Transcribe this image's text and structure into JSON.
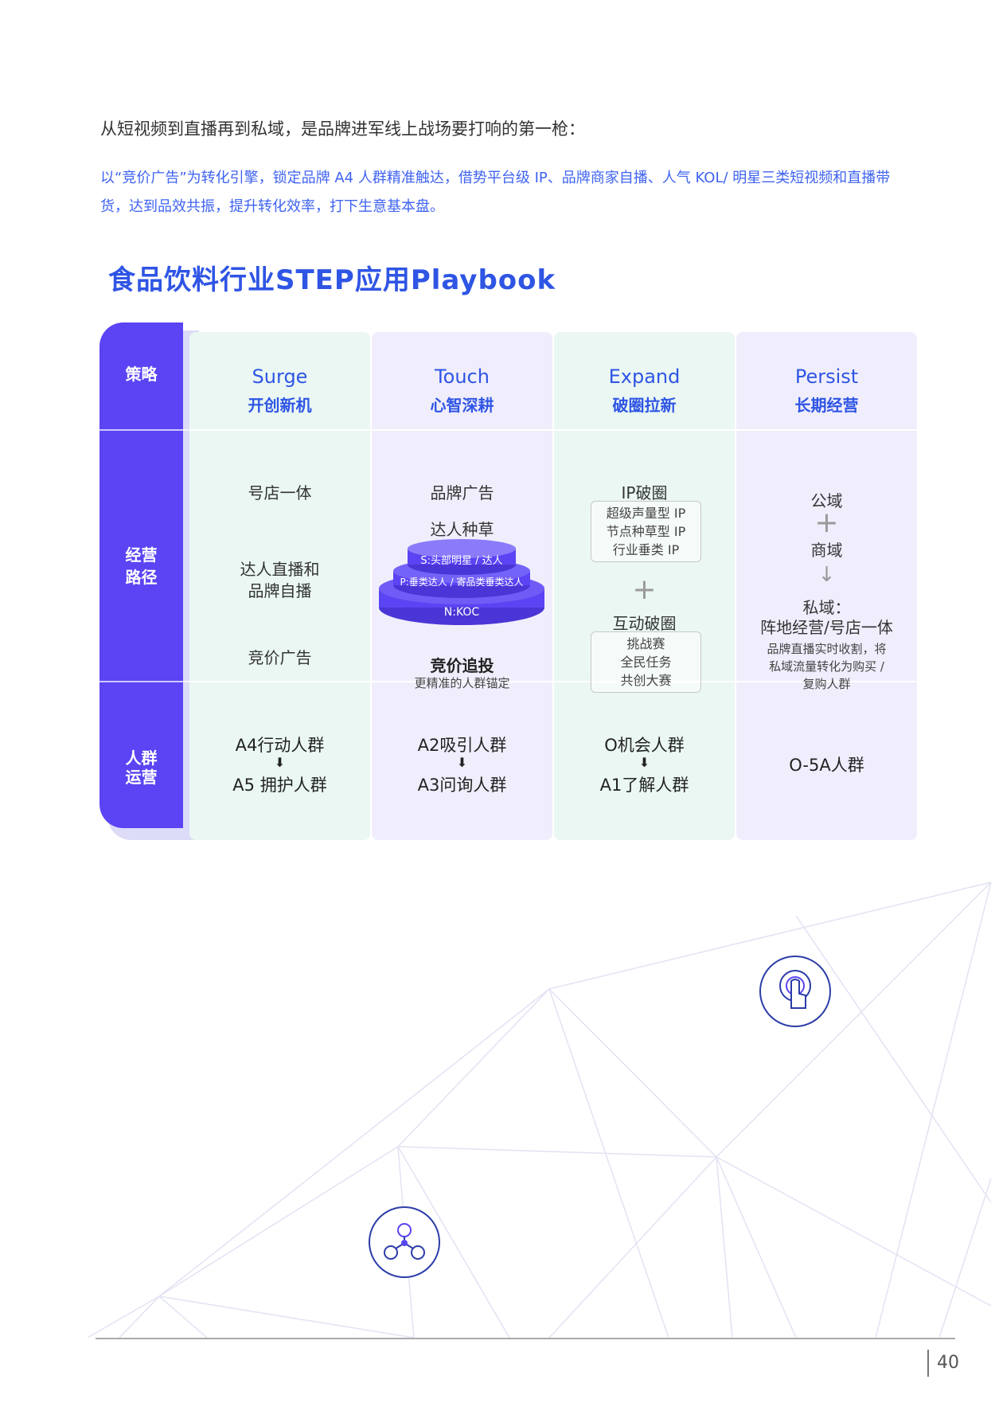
{
  "intro": "从短视频到直播再到私域，是品牌进军线上战场要打响的第一枪：",
  "highlight": "以“竞价广告”为转化引擎，锁定品牌 A4 人群精准触达，借势平台级 IP、品牌商家自播、人气 KOL/ 明星三类短视频和直播带货，达到品效共振，提升转化效率，打下生意基本盘。",
  "title": "食品饮料行业STEP应用Playbook",
  "rows": {
    "strategy": "策略",
    "path_line1": "经营",
    "path_line2": "路径",
    "audience_line1": "人群",
    "audience_line2": "运营"
  },
  "columns": [
    {
      "en": "Surge",
      "cn": "开创新机"
    },
    {
      "en": "Touch",
      "cn": "心智深耕"
    },
    {
      "en": "Expand",
      "cn": "破圈拉新"
    },
    {
      "en": "Persist",
      "cn": "长期经营"
    }
  ],
  "surge": {
    "item1": "号店一体",
    "item2_line1": "达人直播和",
    "item2_line2": "品牌自播",
    "item3": "竞价广告"
  },
  "touch": {
    "item1": "品牌广告",
    "item2": "达人种草",
    "pyramid_s": "S:头部明星 / 达人",
    "pyramid_p": "P:垂类达人 / 寄品类垂类达人",
    "pyramid_n": "N:KOC",
    "bid_title": "竞价追投",
    "bid_sub": "更精准的人群锚定"
  },
  "expand": {
    "ip_title": "IP破圈",
    "ip_box": [
      "超级声量型 IP",
      "节点种草型 IP",
      "行业垂类 IP"
    ],
    "plus": "+",
    "interact_title": "互动破圈",
    "interact_box": [
      "挑战赛",
      "全民任务",
      "共创大赛"
    ]
  },
  "persist": {
    "public": "公域",
    "plus": "+",
    "mall": "商域",
    "down": "↓",
    "private_line1": "私域：",
    "private_line2": "阵地经营/号店一体",
    "desc_line1": "品牌直播实时收割，将",
    "desc_line2": "私域流量转化为购买 /",
    "desc_line3": "复购人群"
  },
  "audience": [
    {
      "from": "A4行动人群",
      "arrow": "⬇",
      "to": "A5 拥护人群"
    },
    {
      "from": "A2吸引人群",
      "arrow": "⬇",
      "to": "A3问询人群"
    },
    {
      "from": "O机会人群",
      "arrow": "⬇",
      "to": "A1了解人群"
    },
    {
      "single": "O-5A人群"
    }
  ],
  "colors": {
    "accent": "#2f55e4",
    "tab": "#5a44f3",
    "green_col": "#eaf7f3",
    "purple_col": "#f0eefc",
    "highlight_text": "#3f63f0"
  },
  "icons": [
    "touch-gesture-icon",
    "network-people-icon"
  ],
  "page_number": "40"
}
